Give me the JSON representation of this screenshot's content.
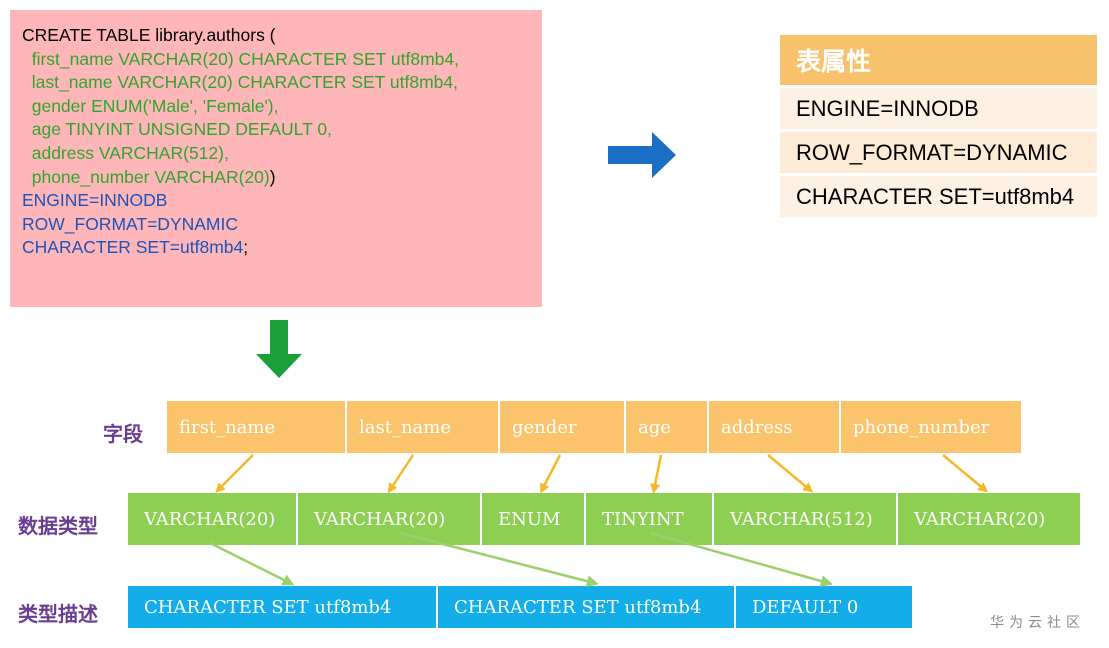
{
  "sql": {
    "lines": [
      [
        {
          "text": "CREATE TABLE library.authors (",
          "color": "black"
        }
      ],
      [
        {
          "text": "  first_name VARCHAR(20) CHARACTER SET utf8mb4,",
          "color": "green"
        }
      ],
      [
        {
          "text": "  last_name VARCHAR(20) CHARACTER SET utf8mb4,",
          "color": "green"
        }
      ],
      [
        {
          "text": "  gender ENUM('Male', 'Female'),",
          "color": "green"
        }
      ],
      [
        {
          "text": "  age TINYINT UNSIGNED DEFAULT 0,",
          "color": "green"
        }
      ],
      [
        {
          "text": "  address VARCHAR(512),",
          "color": "green"
        }
      ],
      [
        {
          "text": "  phone_number VARCHAR(20)",
          "color": "green"
        },
        {
          "text": ")",
          "color": "black"
        }
      ],
      [
        {
          "text": "ENGINE=INNODB",
          "color": "blue"
        }
      ],
      [
        {
          "text": "ROW_FORMAT=DYNAMIC",
          "color": "blue"
        }
      ],
      [
        {
          "text": "CHARACTER SET=utf8mb4",
          "color": "blue"
        },
        {
          "text": ";",
          "color": "black"
        }
      ]
    ]
  },
  "table_attributes": {
    "header": "表属性",
    "rows": [
      "ENGINE=INNODB",
      "ROW_FORMAT=DYNAMIC",
      "CHARACTER SET=utf8mb4"
    ]
  },
  "labels": {
    "fields": "字段",
    "data_types": "数据类型",
    "type_desc": "类型描述"
  },
  "fields": [
    "first_name",
    "last_name",
    "gender",
    "age",
    "address",
    "phone_number"
  ],
  "data_types": [
    "VARCHAR(20)",
    "VARCHAR(20)",
    "ENUM",
    "TINYINT",
    "VARCHAR(512)",
    "VARCHAR(20)"
  ],
  "type_descriptions": [
    "CHARACTER SET utf8mb4",
    "CHARACTER SET utf8mb4",
    "DEFAULT 0"
  ],
  "watermark": "华为云社区",
  "colors": {
    "sql_bg": "#ffb6b8",
    "sql_black": "#000000",
    "sql_green": "#31a52d",
    "sql_blue": "#1e53b8",
    "field_bg": "#fbc36b",
    "type_bg": "#8dcf53",
    "desc_bg": "#13aee9",
    "label_purple": "#6a3d93",
    "arrow_blue": "#1a6fc4",
    "arrow_green": "#19a03a",
    "connector_orange": "#f5b828",
    "connector_green": "#9cd06a"
  }
}
